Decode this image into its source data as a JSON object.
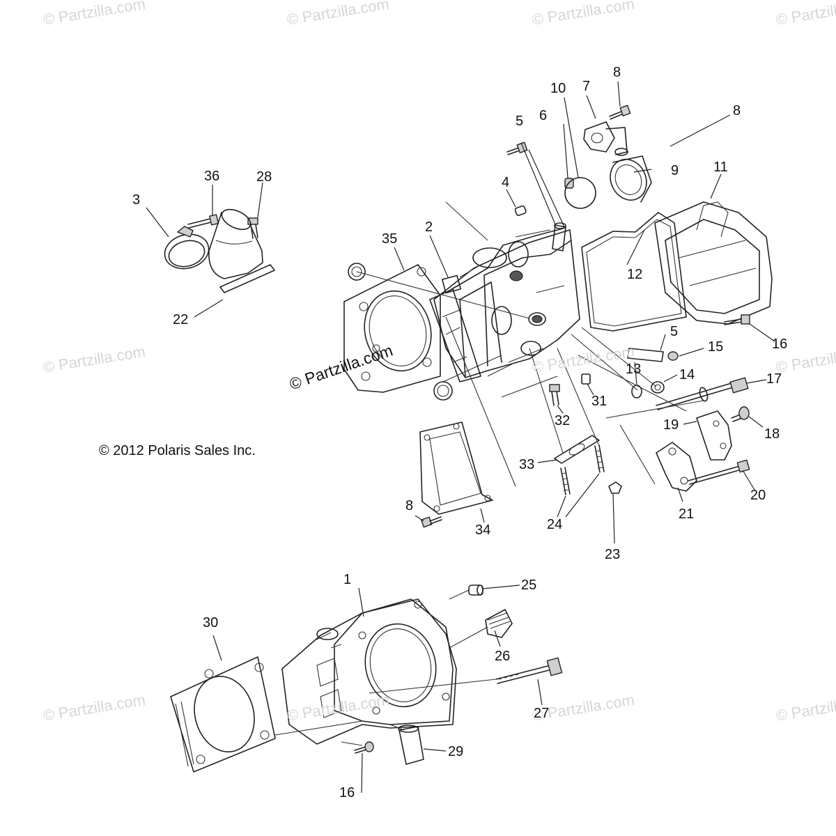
{
  "watermark": "© Partzilla.com",
  "copyright": "© 2012 Polaris Sales Inc.",
  "callouts": [
    {
      "id": "c1",
      "label": "1"
    },
    {
      "id": "c2",
      "label": "2"
    },
    {
      "id": "c3",
      "label": "3"
    },
    {
      "id": "c4",
      "label": "4"
    },
    {
      "id": "c5a",
      "label": "5"
    },
    {
      "id": "c5b",
      "label": "5"
    },
    {
      "id": "c6",
      "label": "6"
    },
    {
      "id": "c7",
      "label": "7"
    },
    {
      "id": "c8a",
      "label": "8"
    },
    {
      "id": "c8b",
      "label": "8"
    },
    {
      "id": "c8c",
      "label": "8"
    },
    {
      "id": "c9",
      "label": "9"
    },
    {
      "id": "c10",
      "label": "10"
    },
    {
      "id": "c11",
      "label": "11"
    },
    {
      "id": "c12",
      "label": "12"
    },
    {
      "id": "c13",
      "label": "13"
    },
    {
      "id": "c14",
      "label": "14"
    },
    {
      "id": "c15",
      "label": "15"
    },
    {
      "id": "c16a",
      "label": "16"
    },
    {
      "id": "c16b",
      "label": "16"
    },
    {
      "id": "c17",
      "label": "17"
    },
    {
      "id": "c18",
      "label": "18"
    },
    {
      "id": "c19",
      "label": "19"
    },
    {
      "id": "c20",
      "label": "20"
    },
    {
      "id": "c21",
      "label": "21"
    },
    {
      "id": "c22",
      "label": "22"
    },
    {
      "id": "c23",
      "label": "23"
    },
    {
      "id": "c24",
      "label": "24"
    },
    {
      "id": "c25",
      "label": "25"
    },
    {
      "id": "c26",
      "label": "26"
    },
    {
      "id": "c27",
      "label": "27"
    },
    {
      "id": "c28",
      "label": "28"
    },
    {
      "id": "c29",
      "label": "29"
    },
    {
      "id": "c30",
      "label": "30"
    },
    {
      "id": "c31",
      "label": "31"
    },
    {
      "id": "c32",
      "label": "32"
    },
    {
      "id": "c33",
      "label": "33"
    },
    {
      "id": "c34",
      "label": "34"
    },
    {
      "id": "c35",
      "label": "35"
    },
    {
      "id": "c36",
      "label": "36"
    }
  ]
}
